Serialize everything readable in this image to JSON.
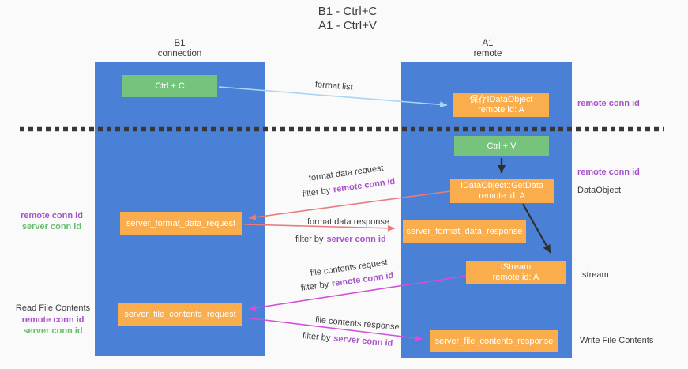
{
  "title": {
    "line1": "B1 - Ctrl+C",
    "line2": "A1 - Ctrl+V"
  },
  "columns": {
    "left": {
      "header_line1": "B1",
      "header_line2": "connection"
    },
    "right": {
      "header_line1": "A1",
      "header_line2": "remote"
    }
  },
  "boxes": {
    "ctrl_c": "Ctrl + C",
    "ctrl_v": "Ctrl + V",
    "save_idataobject": {
      "line1": "保存IDataObject",
      "line2": "remote id: A"
    },
    "getdata": {
      "line1": "IDataObject::GetData",
      "line2": "remote id: A"
    },
    "istream": {
      "line1": "IStream",
      "line2": "remote id: A"
    },
    "server_format_data_request": "server_format_data_request",
    "server_format_data_response": "server_format_data_response",
    "server_file_contents_request": "server_file_contents_request",
    "server_file_contents_response": "server_file_contents_response"
  },
  "flow_labels": {
    "format_list": "format list",
    "format_data_request": "format data request",
    "format_data_response": "format data response",
    "file_contents_request": "file contents request",
    "file_contents_response": "file contents response",
    "filter_by": "filter by",
    "remote_conn_id": "remote conn id",
    "server_conn_id": "server conn id"
  },
  "side_labels": {
    "left_remote_conn_id": "remote conn id",
    "left_server_conn_id": "server conn id",
    "read_file_contents": "Read File Contents",
    "right_remote_conn_id_top": "remote conn id",
    "right_remote_conn_id_mid": "remote conn id",
    "dataobject": "DataObject",
    "istream": "Istream",
    "write_file_contents": "Write File Contents"
  },
  "colors": {
    "column_blue": "#4a80d5",
    "box_green": "#76c37d",
    "box_orange": "#f9ad4d",
    "arrow_lightblue": "#a9d6f5",
    "arrow_salmon": "#e97b7b",
    "arrow_magenta": "#d44fd8",
    "arrow_black": "#2e2e2e",
    "label_purple": "#a653c8",
    "label_green": "#67bd6b",
    "dashed_line": "#383838"
  }
}
